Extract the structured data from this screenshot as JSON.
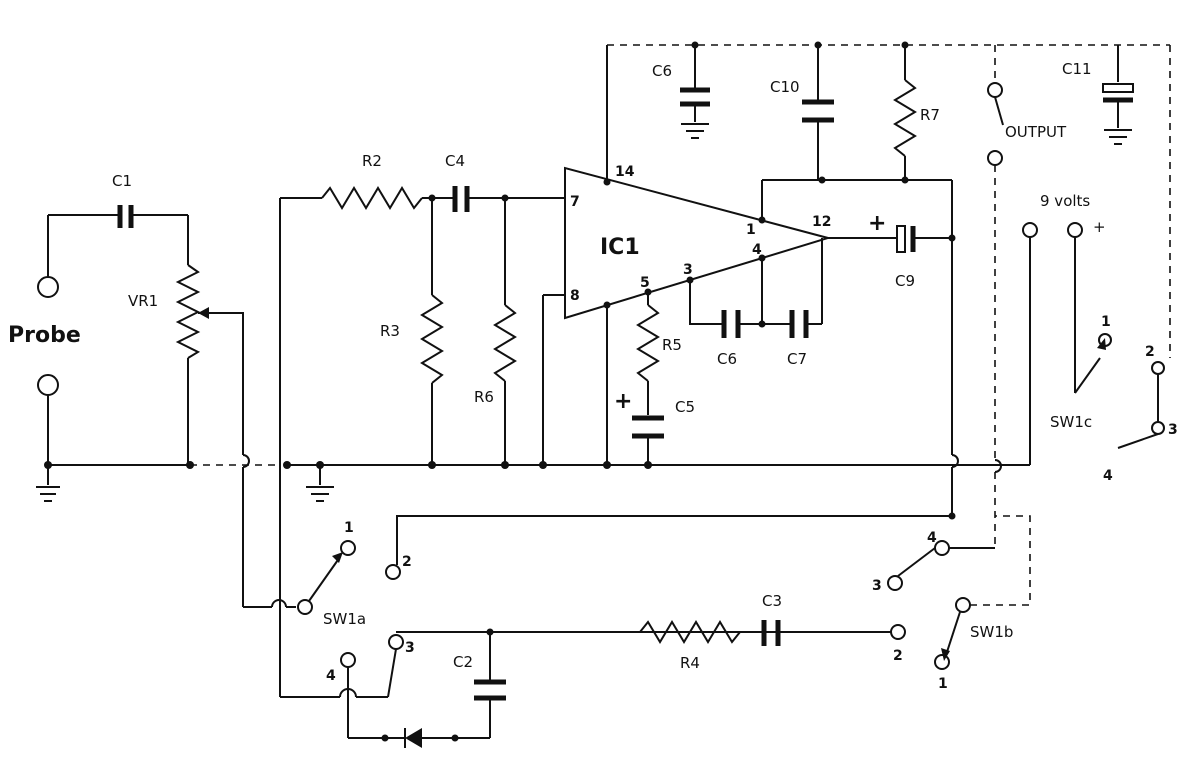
{
  "labels": {
    "c1": "C1",
    "vr1": "VR1",
    "probe": "Probe",
    "r2": "R2",
    "r3": "R3",
    "r4": "R4",
    "r5": "R5",
    "r6": "R6",
    "r7": "R7",
    "c2": "C2",
    "c3": "C3",
    "c4": "C4",
    "c5": "C5",
    "c6_bottom": "C6",
    "c6_top": "C6",
    "c7": "C7",
    "c9": "C9",
    "c10": "C10",
    "c11": "C11",
    "ic1": "IC1",
    "output": "OUTPUT",
    "nine_volts": "9 volts",
    "plus": "+",
    "sw1a": "SW1a",
    "sw1b": "SW1b",
    "sw1c": "SW1c"
  },
  "ic_pins": {
    "p7": "7",
    "p8": "8",
    "p14": "14",
    "p1": "1",
    "p4": "4",
    "p12": "12",
    "p5": "5",
    "p3": "3"
  },
  "switch_pins": {
    "sw1a_1": "1",
    "sw1a_2": "2",
    "sw1a_3": "3",
    "sw1a_4": "4",
    "sw1b_1": "1",
    "sw1b_2": "2",
    "sw1b_3": "3",
    "sw1b_4": "4",
    "sw1c_1": "1",
    "sw1c_2": "2",
    "sw1c_3": "3",
    "sw1c_4": "4"
  },
  "polarity": {
    "c9_plus": "+",
    "c5_plus": "+"
  },
  "colors": {
    "ink": "#111111",
    "paper": "#ffffff"
  }
}
